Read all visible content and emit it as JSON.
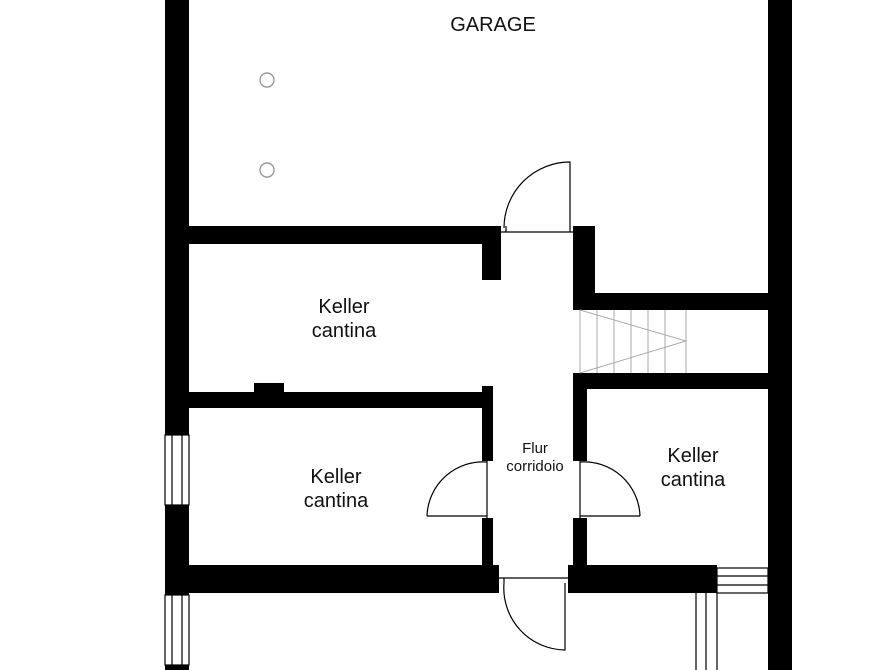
{
  "floorplan": {
    "rooms": [
      {
        "id": "garage",
        "lines": [
          "GARAGE"
        ]
      },
      {
        "id": "keller-top",
        "lines": [
          "Keller",
          "cantina"
        ]
      },
      {
        "id": "keller-left",
        "lines": [
          "Keller",
          "cantina"
        ]
      },
      {
        "id": "keller-right",
        "lines": [
          "Keller",
          "cantina"
        ]
      },
      {
        "id": "flur",
        "lines": [
          "Flur",
          "corridoio"
        ]
      }
    ],
    "colors": {
      "wall": "#000000",
      "background": "#ffffff",
      "fixture": "#999999"
    }
  }
}
